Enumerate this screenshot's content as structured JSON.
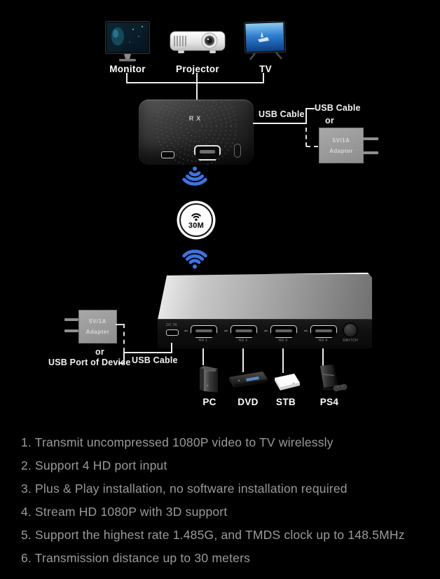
{
  "top_devices": {
    "monitor": {
      "label": "Monitor"
    },
    "projector": {
      "label": "Projector"
    },
    "tv": {
      "label": "TV"
    }
  },
  "receiver": {
    "logo": "RX",
    "cable_label": "USB Cable"
  },
  "right_power": {
    "usb_cable_label": "USB Cable",
    "or_label": "or",
    "adapter_line1": "5V/1A",
    "adapter_line2": "Adapter"
  },
  "wireless": {
    "distance_badge": "30M"
  },
  "transmitter": {
    "ports": {
      "dc": "DC IN",
      "hdmi": [
        "HD 1",
        "HD 2",
        "HD 3",
        "HD 4"
      ],
      "switch_label": "SWITCH"
    }
  },
  "left_power": {
    "adapter_line1": "5V/1A",
    "adapter_line2": "Adapter",
    "or_label": "or",
    "usb_port_label": "USB Port of Device",
    "usb_cable_label": "USB Cable"
  },
  "sources": [
    {
      "label": "PC"
    },
    {
      "label": "DVD"
    },
    {
      "label": "STB"
    },
    {
      "label": "PS4"
    }
  ],
  "features": [
    "1. Transmit uncompressed 1080P video to TV wirelessly",
    "2. Support 4 HD port input",
    "3. Plus & Play installation, no software installation required",
    "4. Stream HD 1080P with 3D support",
    "5. Support the highest rate 1.485G, and TMDS clock up to 148.5MHz",
    "6. Transmission distance up to 30 meters"
  ],
  "colors": {
    "background": "#000000",
    "wifi_blue": "#3d73e4",
    "line_white": "#ededed",
    "adapter_gray": "#9a9a9a",
    "feature_text": "#9a9a9a"
  }
}
